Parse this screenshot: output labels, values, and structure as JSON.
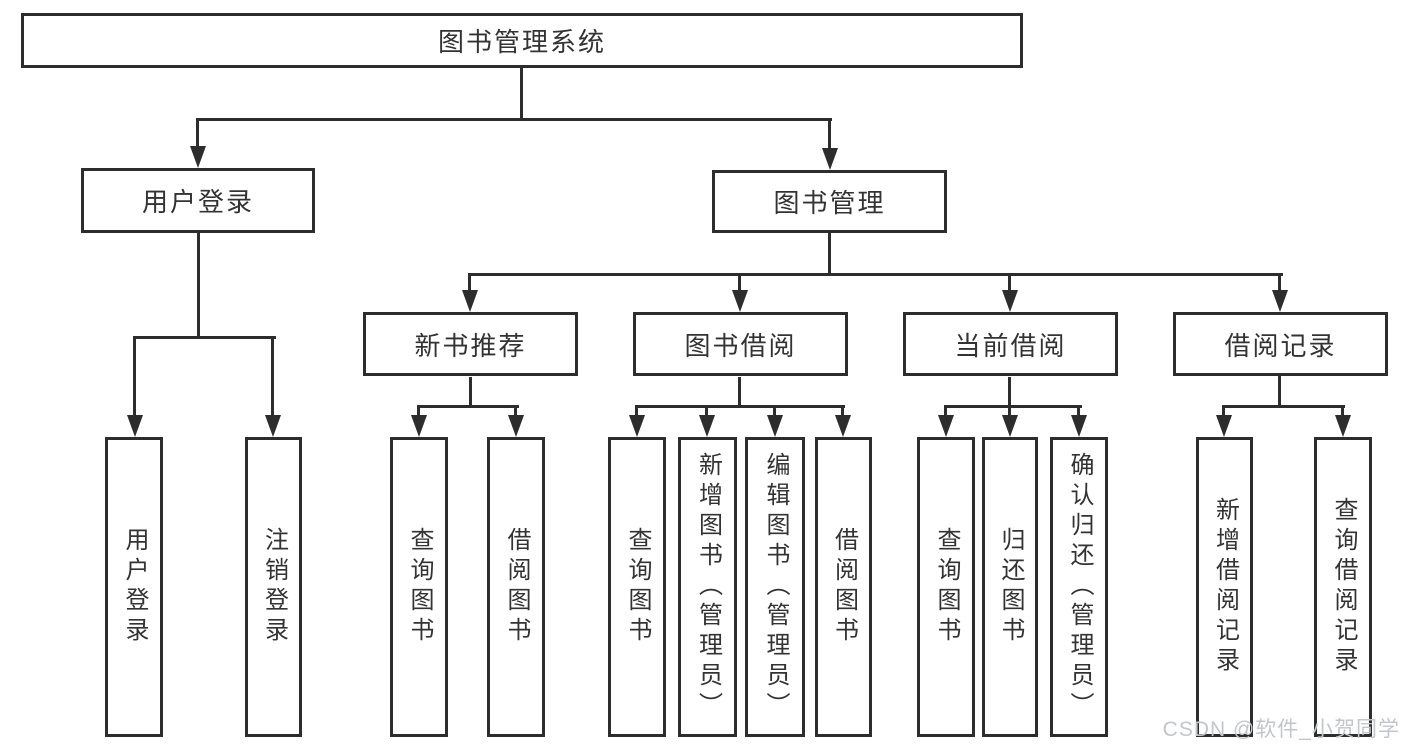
{
  "tree": {
    "root": "图书管理系统",
    "branches": [
      {
        "label": "用户登录",
        "children": [
          "用户登录",
          "注销登录"
        ]
      },
      {
        "label": "图书管理",
        "children": [
          {
            "label": "新书推荐",
            "children": [
              "查询图书",
              "借阅图书"
            ]
          },
          {
            "label": "图书借阅",
            "children": [
              "查询图书",
              "新增图书（管理员）",
              "编辑图书（管理员）",
              "借阅图书"
            ]
          },
          {
            "label": "当前借阅",
            "children": [
              "查询图书",
              "归还图书",
              "确认归还（管理员）"
            ]
          },
          {
            "label": "借阅记录",
            "children": [
              "新增借阅记录",
              "查询借阅记录"
            ]
          }
        ]
      }
    ]
  },
  "watermark": "CSDN @软件_小贺同学",
  "colors": {
    "line": "#2d2d2d",
    "text": "#333333",
    "box_background": "#ffffff",
    "page_background": "#ffffff",
    "watermark": "#c2c6cb"
  }
}
